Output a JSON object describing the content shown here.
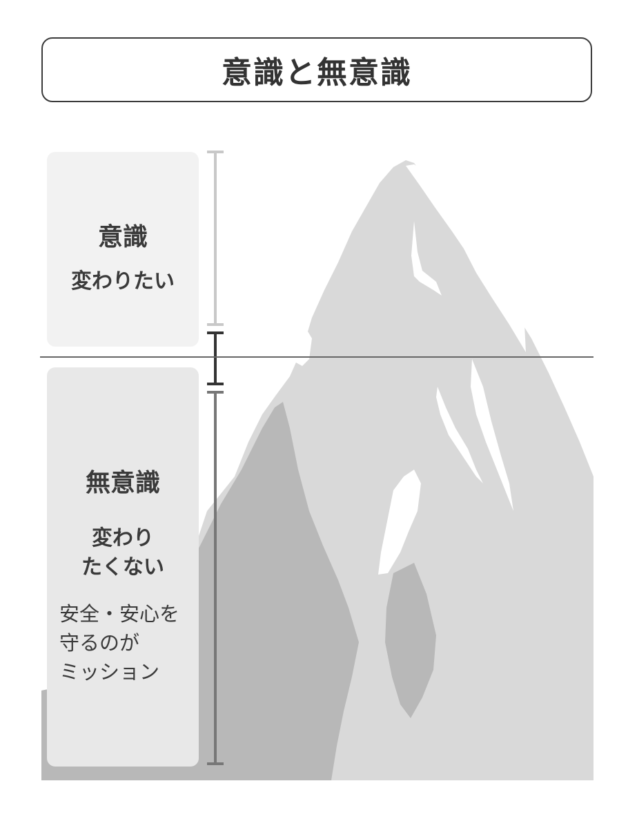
{
  "title": "意識と無意識",
  "conscious": {
    "heading": "意識",
    "subtext": "変わりたい"
  },
  "unconscious": {
    "heading": "無意識",
    "subtext_lines": [
      "変わり",
      "たくない"
    ],
    "note_lines": [
      "安全・安心を",
      "守るのが",
      "ミッション"
    ]
  },
  "colors": {
    "panel_conscious": "#f2f2f2",
    "panel_unconscious": "#e8e8e8",
    "mountain_light": "#d9d9d9",
    "mountain_dark": "#b8b8b8",
    "scale_conscious": "#c8c8c8",
    "scale_boundary": "#333333",
    "scale_unconscious": "#777777",
    "waterline": "#666666"
  }
}
